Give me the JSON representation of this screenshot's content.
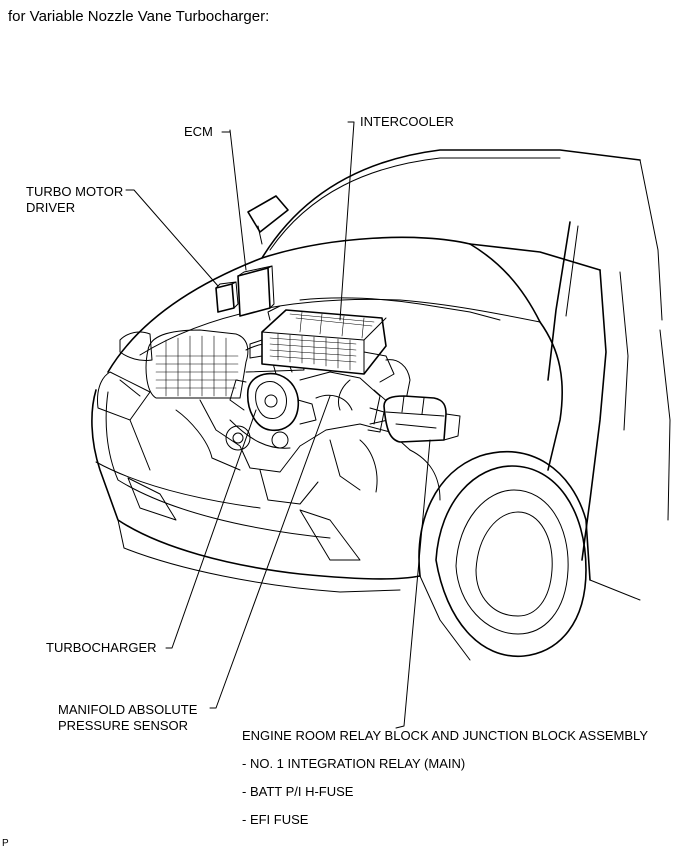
{
  "header": {
    "title": "for Variable Nozzle Vane Turbocharger:"
  },
  "labels": {
    "ecm": "ECM",
    "intercooler": "INTERCOOLER",
    "turbo_motor_driver_line1": "TURBO MOTOR",
    "turbo_motor_driver_line2": "DRIVER",
    "turbocharger": "TURBOCHARGER",
    "map_sensor_line1": "MANIFOLD ABSOLUTE",
    "map_sensor_line2": "PRESSURE SENSOR",
    "relay_block": "ENGINE ROOM RELAY BLOCK AND JUNCTION BLOCK ASSEMBLY",
    "relay_items": [
      "- NO. 1 INTEGRATION RELAY (MAIN)",
      "- BATT P/I H-FUSE",
      "- EFI FUSE"
    ]
  },
  "footer": {
    "code": "P"
  }
}
